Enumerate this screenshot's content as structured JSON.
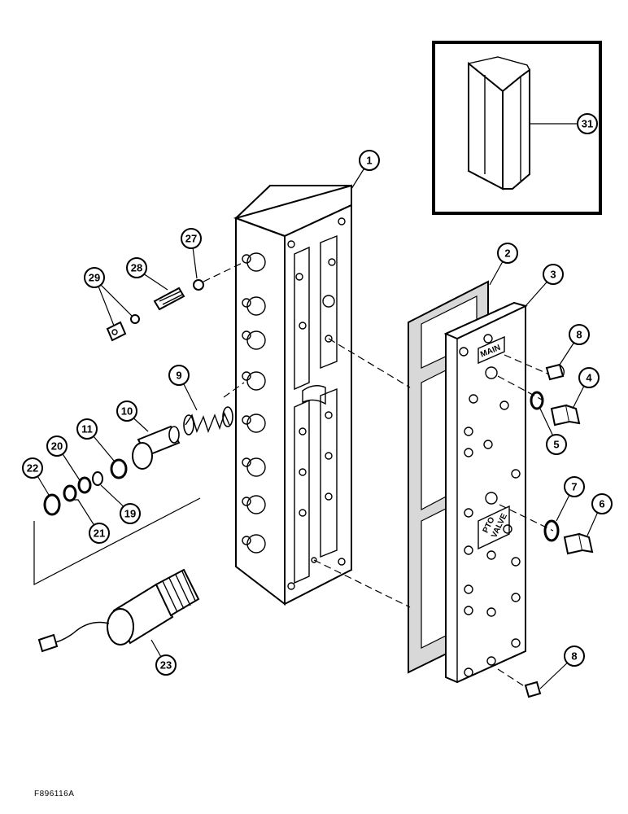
{
  "figure_id": "F896116A",
  "plate_labels": {
    "main": "MAIN",
    "pto_line1": "PTO",
    "pto_line2": "VALVE"
  },
  "callouts": [
    {
      "id": "c1",
      "label": "1"
    },
    {
      "id": "c2",
      "label": "2"
    },
    {
      "id": "c3",
      "label": "3"
    },
    {
      "id": "c4",
      "label": "4"
    },
    {
      "id": "c5",
      "label": "5"
    },
    {
      "id": "c6",
      "label": "6"
    },
    {
      "id": "c7",
      "label": "7"
    },
    {
      "id": "c8a",
      "label": "8"
    },
    {
      "id": "c8b",
      "label": "8"
    },
    {
      "id": "c9",
      "label": "9"
    },
    {
      "id": "c10",
      "label": "10"
    },
    {
      "id": "c11",
      "label": "11"
    },
    {
      "id": "c19",
      "label": "19"
    },
    {
      "id": "c20",
      "label": "20"
    },
    {
      "id": "c21",
      "label": "21"
    },
    {
      "id": "c22",
      "label": "22"
    },
    {
      "id": "c23",
      "label": "23"
    },
    {
      "id": "c27",
      "label": "27"
    },
    {
      "id": "c28",
      "label": "28"
    },
    {
      "id": "c29",
      "label": "29"
    },
    {
      "id": "c31",
      "label": "31"
    }
  ]
}
